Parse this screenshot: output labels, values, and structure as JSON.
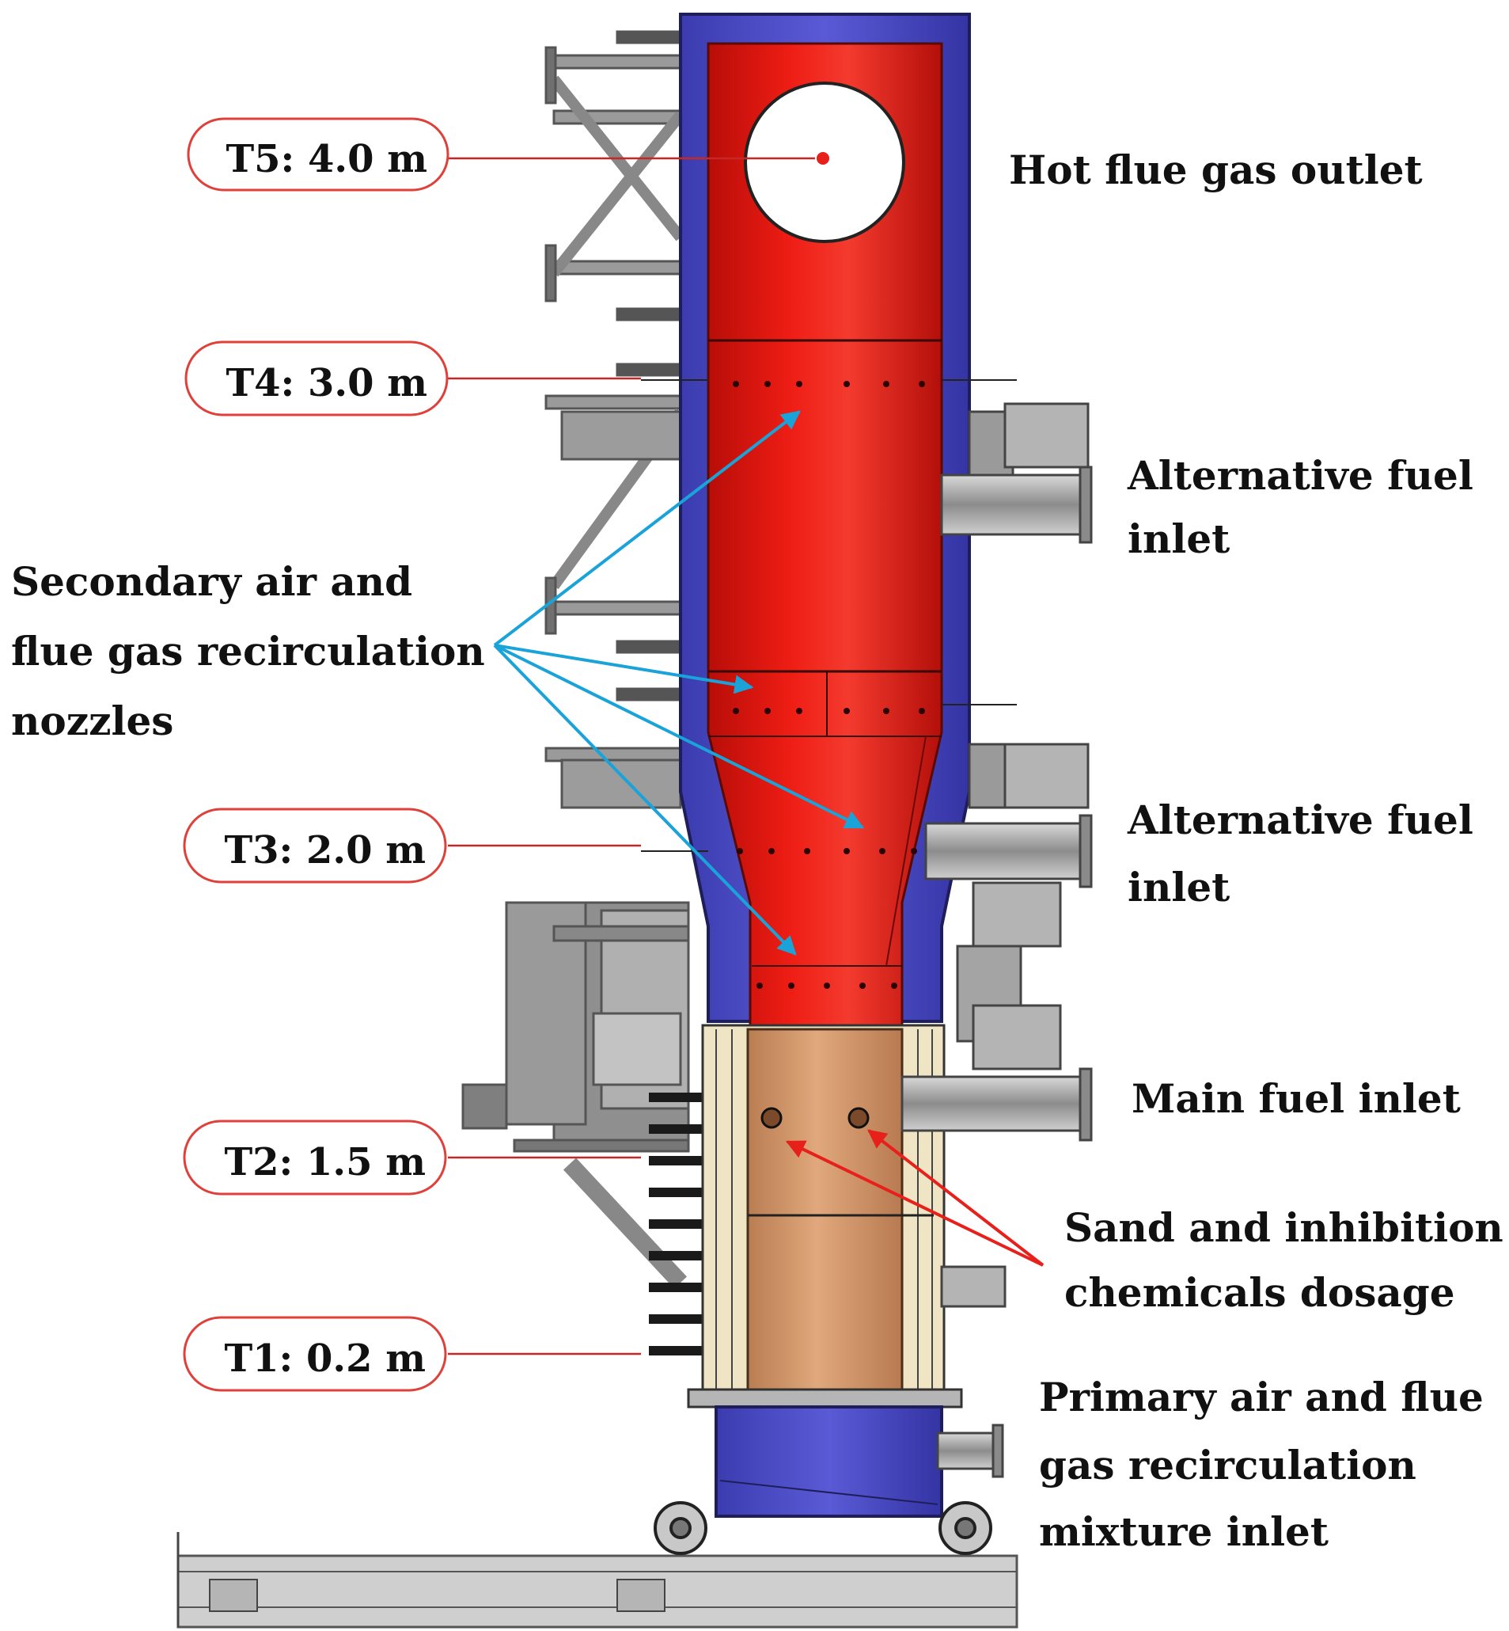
{
  "diagram": {
    "sensor_tags": [
      {
        "id": "T5",
        "text": "T5: 4.0 m"
      },
      {
        "id": "T4",
        "text": "T4: 3.0 m"
      },
      {
        "id": "T3",
        "text": "T3: 2.0 m"
      },
      {
        "id": "T2",
        "text": "T2: 1.5 m"
      },
      {
        "id": "T1",
        "text": "T1: 0.2 m"
      }
    ],
    "labels": {
      "hot_flue_gas_outlet": [
        "Hot flue gas outlet"
      ],
      "alt_fuel_inlet_upper": [
        "Alternative fuel",
        "inlet"
      ],
      "alt_fuel_inlet_lower": [
        "Alternative fuel",
        "inlet"
      ],
      "secondary_air": [
        "Secondary air and",
        "flue gas recirculation",
        "nozzles"
      ],
      "main_fuel_inlet": [
        "Main fuel inlet"
      ],
      "sand_dosage": [
        "Sand and inhibition",
        "chemicals dosage"
      ],
      "primary_air": [
        "Primary air and flue",
        "gas recirculation",
        "mixture inlet"
      ]
    },
    "colors": {
      "tag_border": "#e0403a",
      "leader_line": "#c62828",
      "cyan_arrow": "#19a3d9",
      "red_arrow": "#e8201c",
      "reactor_red": "#e41a12",
      "reactor_shell_blue": "#4a4ac8",
      "bed_section": "#d59b70",
      "steel_gray": "#9a9a9a"
    }
  }
}
